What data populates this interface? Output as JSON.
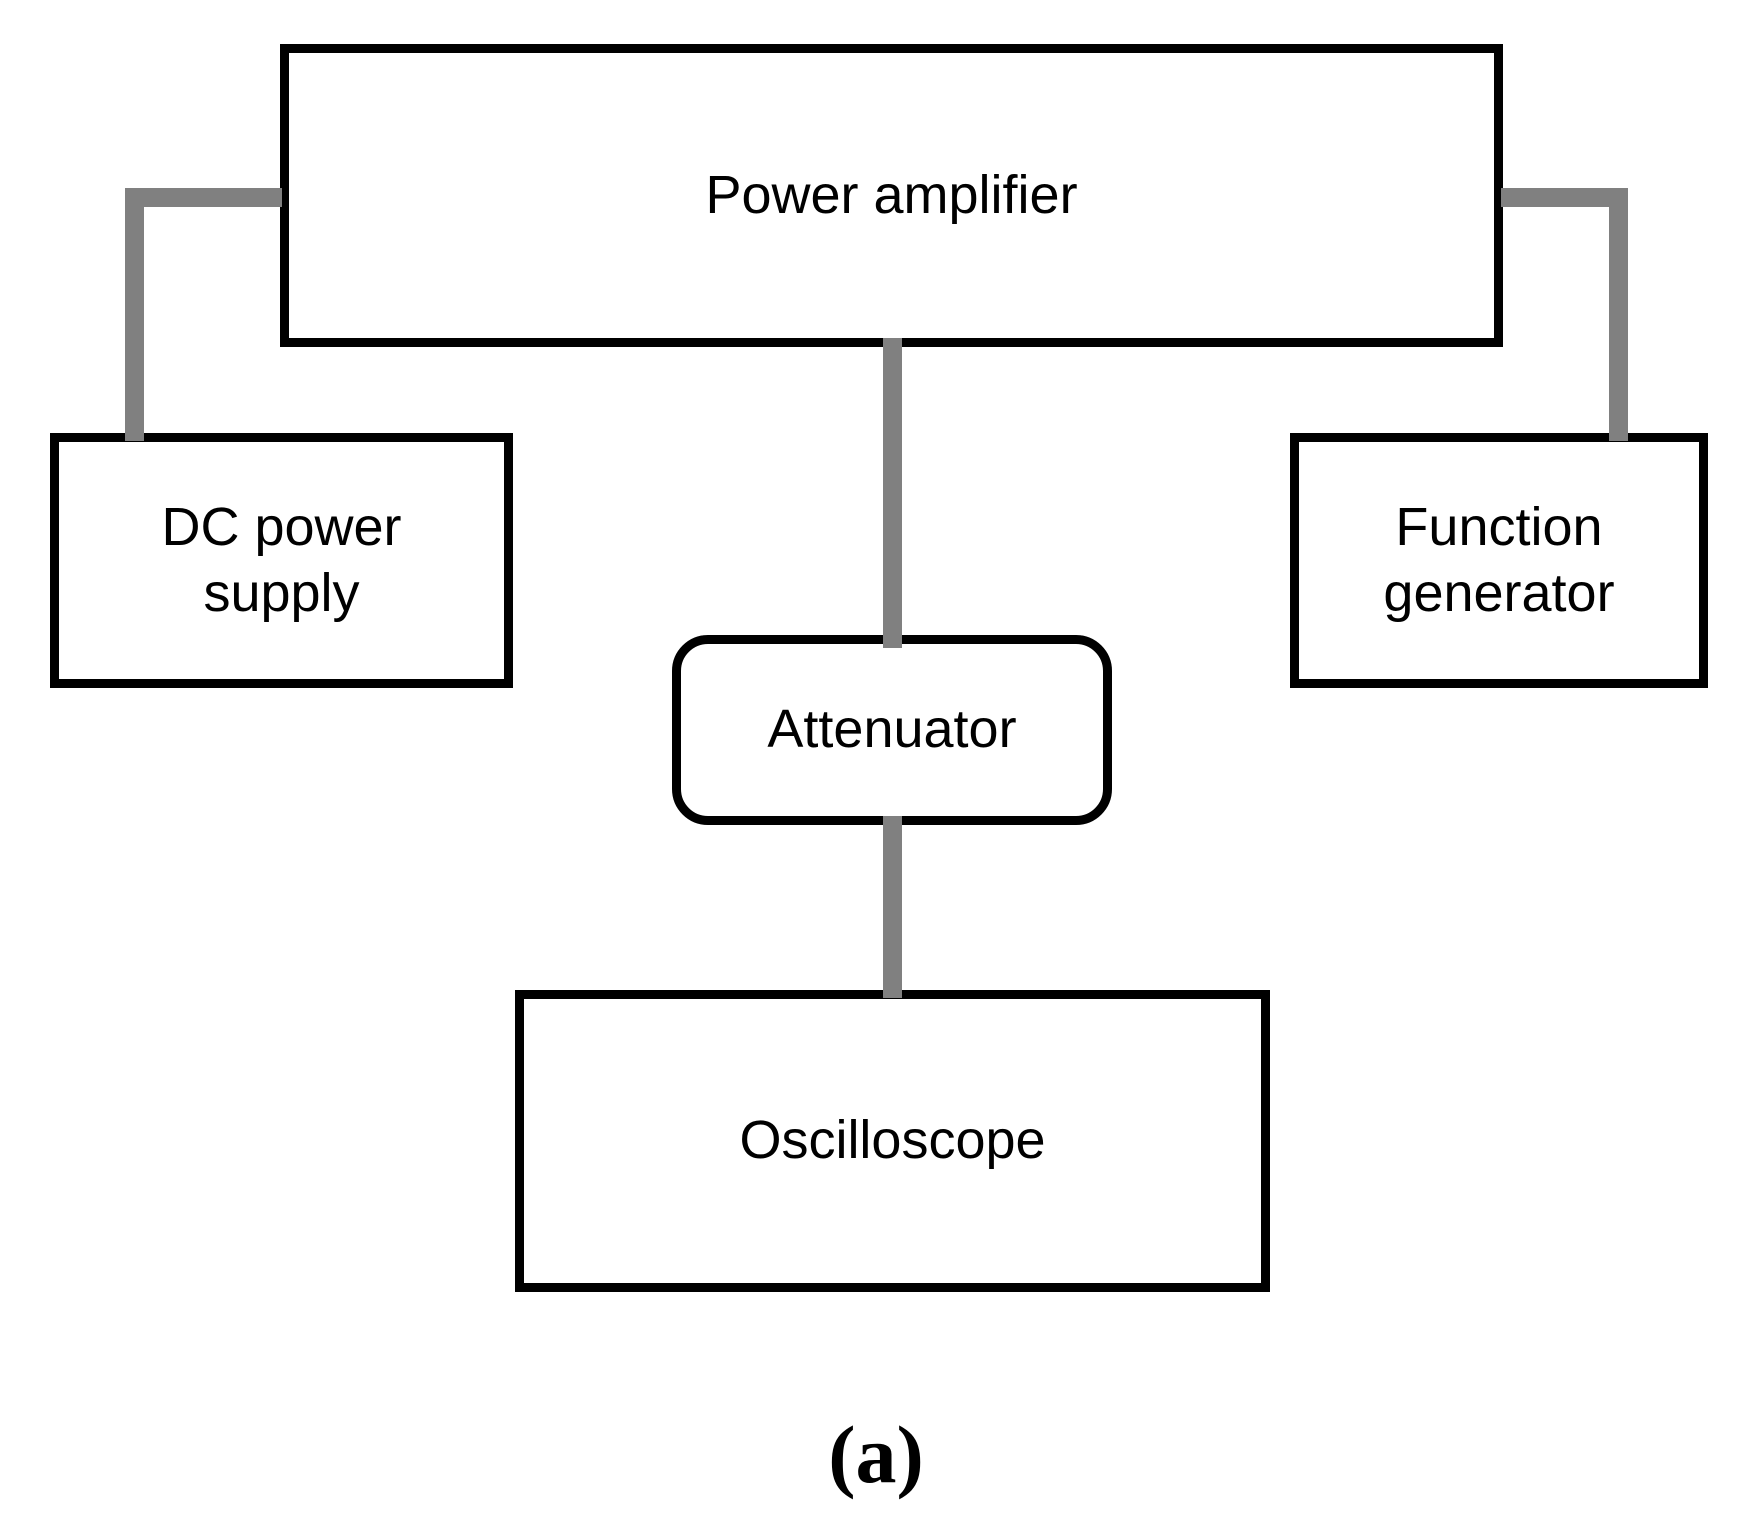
{
  "diagram": {
    "background_color": "#ffffff",
    "box_border_color": "#000000",
    "connector_color": "#808080",
    "text_color": "#000000",
    "nodes": {
      "power_amplifier": {
        "label": "Power amplifier",
        "shape": "rectangle"
      },
      "dc_power_supply": {
        "label": "DC power\nsupply",
        "shape": "rectangle"
      },
      "function_generator": {
        "label": "Function\ngenerator",
        "shape": "rectangle"
      },
      "attenuator": {
        "label": "Attenuator",
        "shape": "rounded-rectangle"
      },
      "oscilloscope": {
        "label": "Oscilloscope",
        "shape": "rectangle"
      }
    },
    "connections": [
      {
        "from": "Power amplifier",
        "to": "DC power supply"
      },
      {
        "from": "Power amplifier",
        "to": "Function generator"
      },
      {
        "from": "Power amplifier",
        "to": "Attenuator"
      },
      {
        "from": "Attenuator",
        "to": "Oscilloscope"
      }
    ],
    "caption": "(a)"
  }
}
